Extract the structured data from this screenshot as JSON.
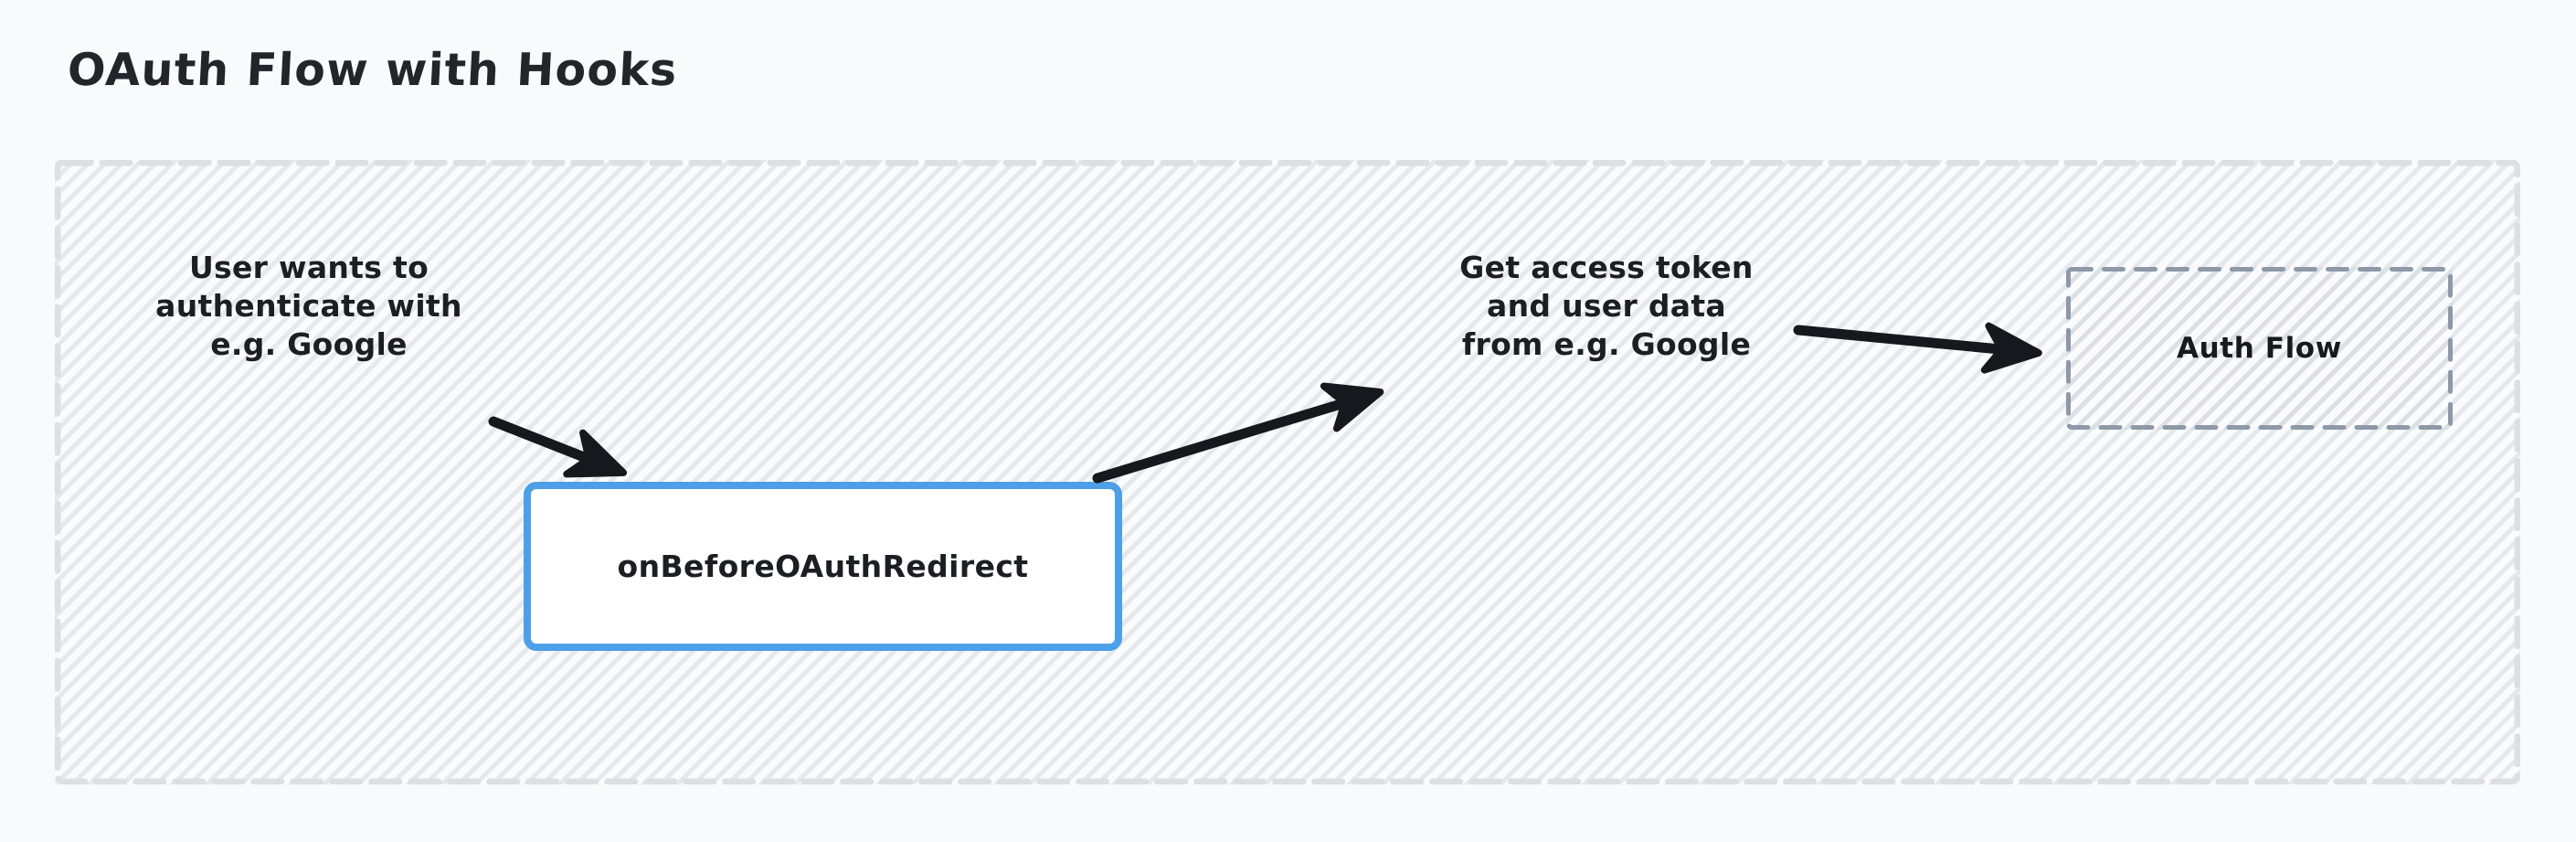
{
  "page": {
    "title": "OAuth Flow with Hooks",
    "background_color": "#f8fafb"
  },
  "container": {
    "name": "flow-group",
    "border_style": "dashed",
    "border_color": "#dcdfe3",
    "fill_pattern": "diagonal-hatch"
  },
  "nodes": {
    "hook": {
      "label": "onBeforeOAuthRedirect",
      "border_color": "#4d9fe8",
      "fill_color": "#ffffff",
      "shape": "rounded-rect"
    },
    "auth_flow": {
      "label": "Auth Flow",
      "border_color": "#8e99a8",
      "border_style": "dashed",
      "shape": "rect"
    }
  },
  "edges": [
    {
      "id": "user-to-hook",
      "label": "User wants to\nauthenticate with\ne.g. Google",
      "from": "user",
      "to": "hook",
      "color": "#15181c"
    },
    {
      "id": "hook-to-authflow",
      "label": "Get access token\nand user data\nfrom e.g. Google",
      "from": "hook",
      "to": "auth-flow",
      "color": "#15181c"
    }
  ]
}
